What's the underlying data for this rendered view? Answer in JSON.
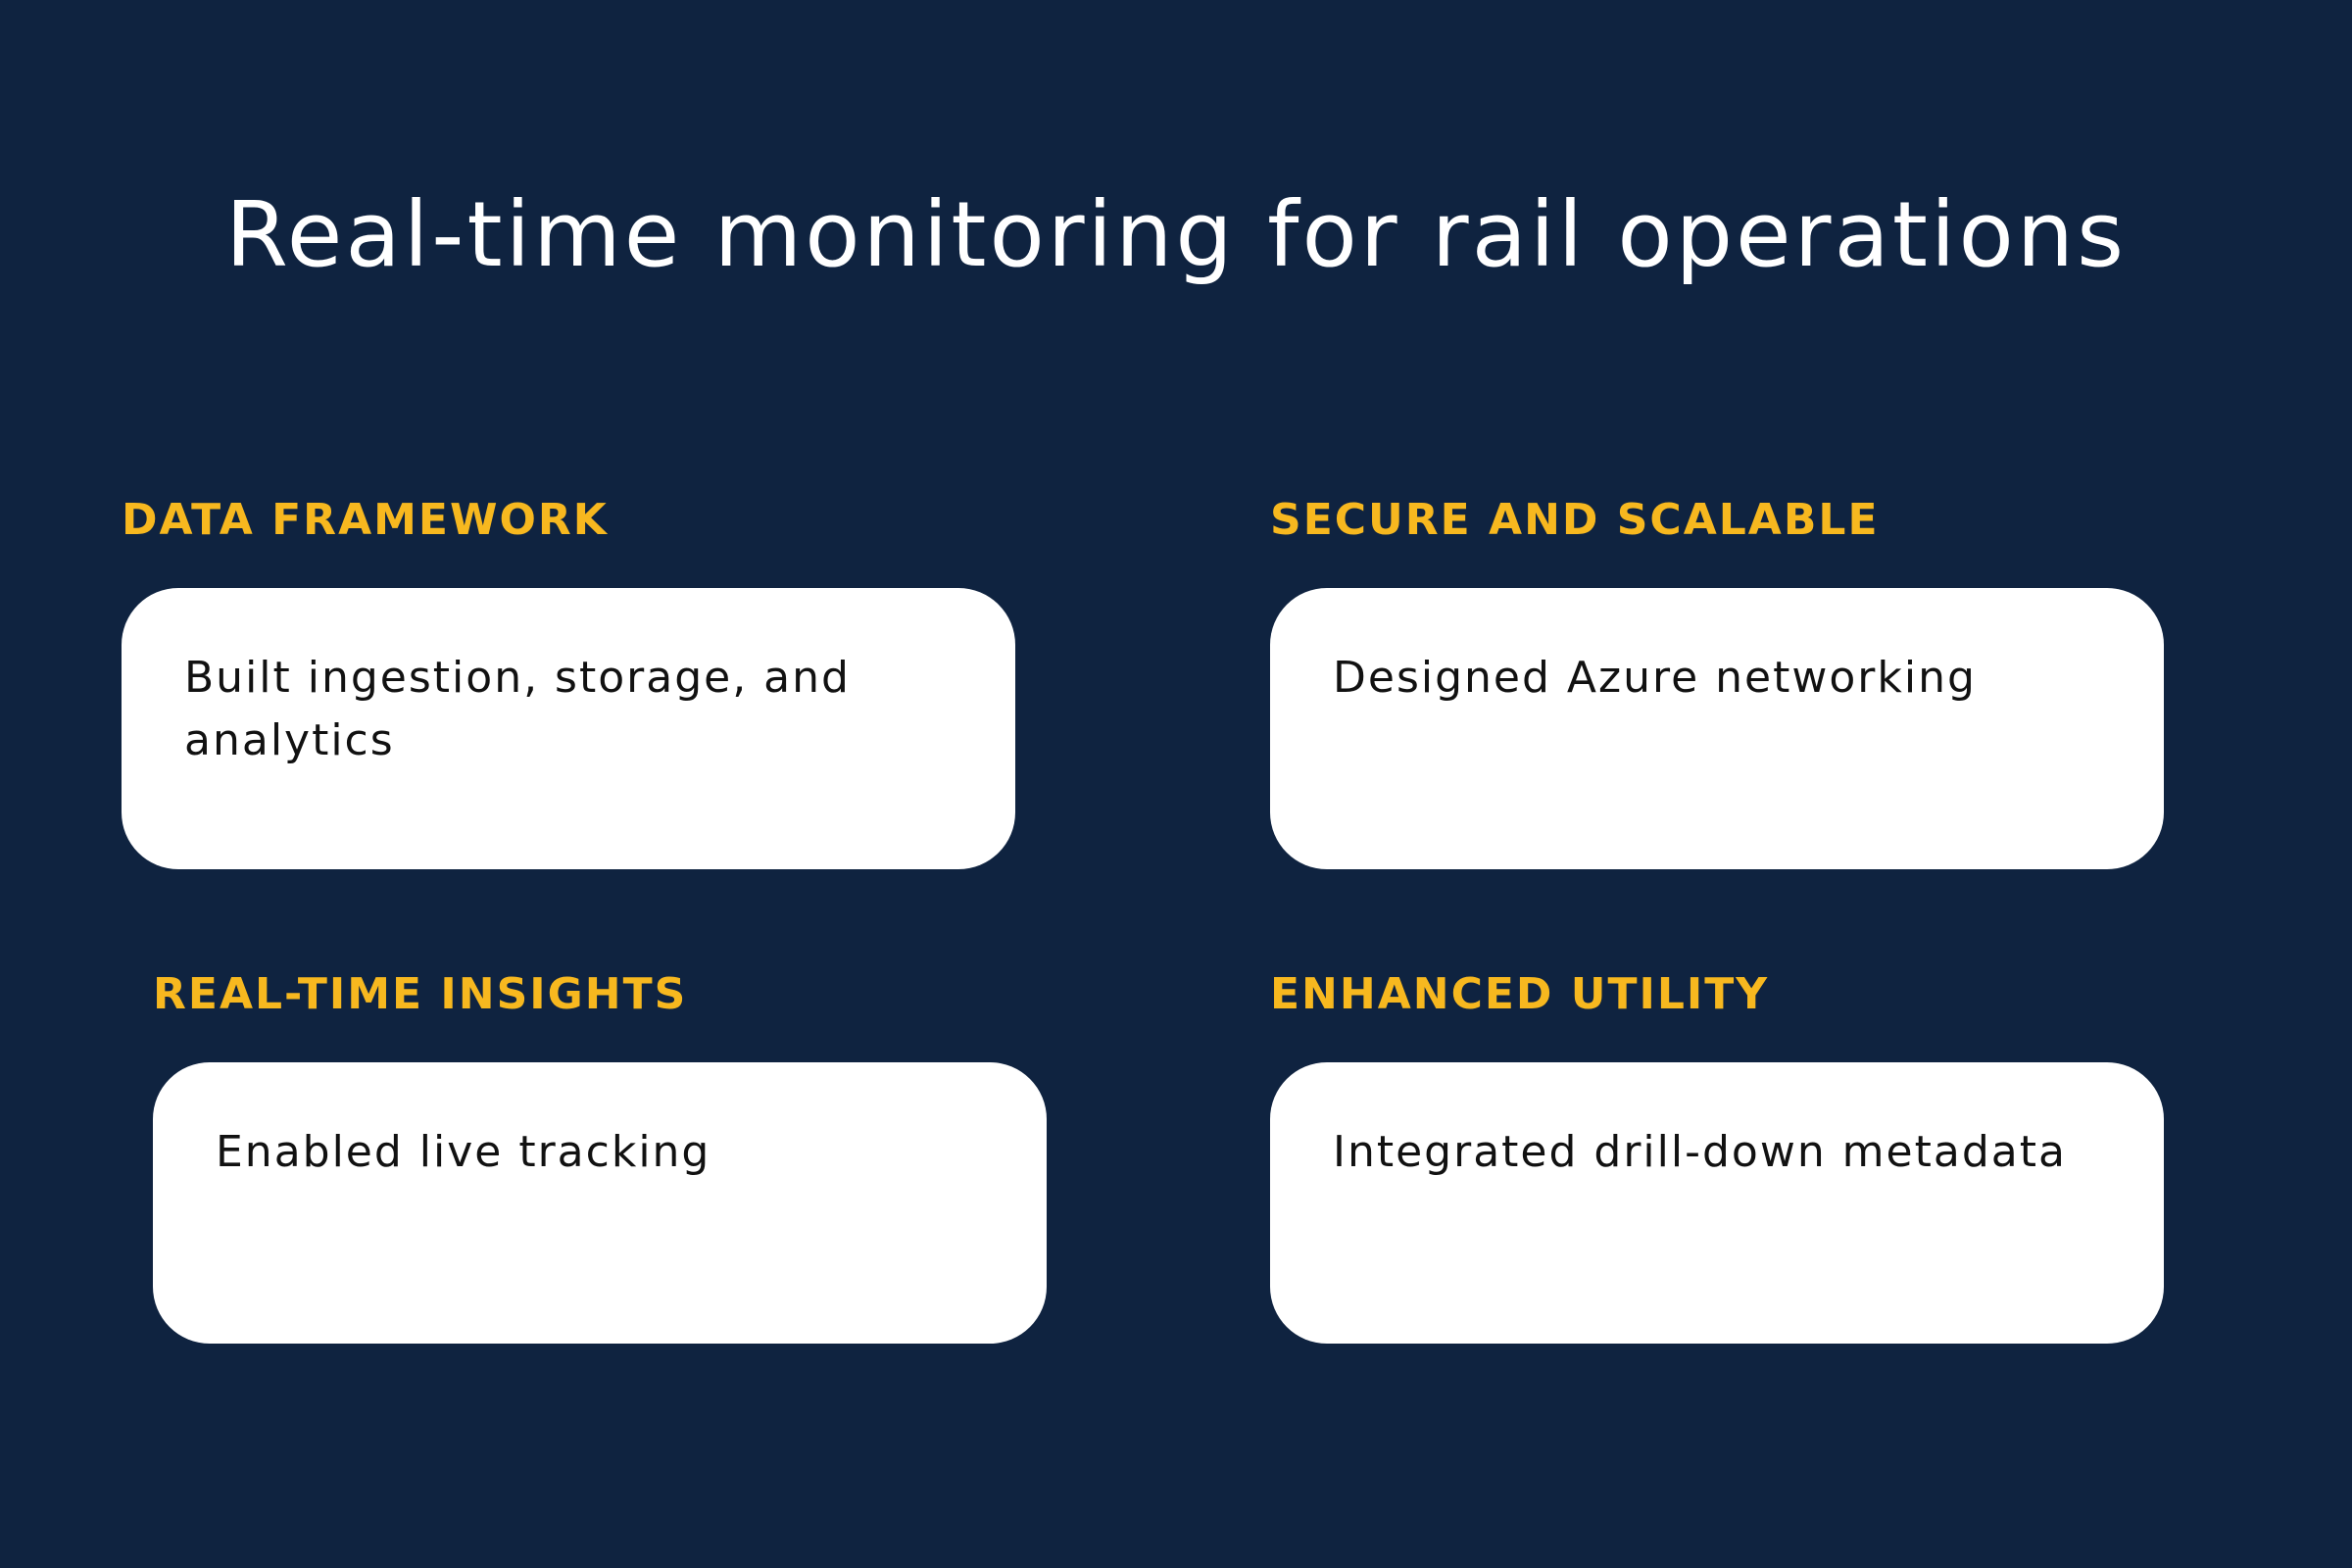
{
  "page": {
    "title": "Real-time monitoring for rail operations"
  },
  "sections": [
    {
      "heading": "DATA FRAMEWORK",
      "text": "Built ingestion, storage, and analytics"
    },
    {
      "heading": "SECURE AND SCALABLE",
      "text": "Designed Azure networking"
    },
    {
      "heading": "REAL-TIME INSIGHTS",
      "text": "Enabled live tracking"
    },
    {
      "heading": "ENHANCED UTILITY",
      "text": "Integrated drill-down metadata"
    }
  ],
  "colors": {
    "background": "#0f2340",
    "heading": "#f7b81f",
    "card": "#ffffff",
    "title": "#ffffff"
  }
}
